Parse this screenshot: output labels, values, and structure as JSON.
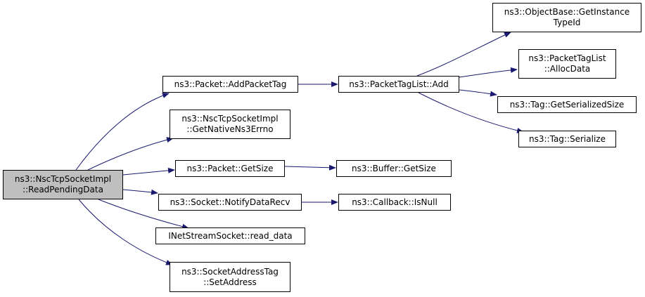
{
  "graph": {
    "nodes": [
      {
        "id": "root",
        "lines": [
          "ns3::NscTcpSocketImpl",
          "::ReadPendingData"
        ],
        "root": true
      },
      {
        "id": "addpackettag",
        "lines": [
          "ns3::Packet::AddPacketTag"
        ]
      },
      {
        "id": "getnativeerrno",
        "lines": [
          "ns3::NscTcpSocketImpl",
          "::GetNativeNs3Errno"
        ]
      },
      {
        "id": "packetgetsize",
        "lines": [
          "ns3::Packet::GetSize"
        ]
      },
      {
        "id": "notifydatarecv",
        "lines": [
          "ns3::Socket::NotifyDataRecv"
        ]
      },
      {
        "id": "readdata",
        "lines": [
          "INetStreamSocket::read_data"
        ]
      },
      {
        "id": "setaddress",
        "lines": [
          "ns3::SocketAddressTag",
          "::SetAddress"
        ]
      },
      {
        "id": "tagslistadd",
        "lines": [
          "ns3::PacketTagList::Add"
        ]
      },
      {
        "id": "buffergetsize",
        "lines": [
          "ns3::Buffer::GetSize"
        ]
      },
      {
        "id": "callbackisnull",
        "lines": [
          "ns3::Callback::IsNull"
        ]
      },
      {
        "id": "getinstancetypeid",
        "lines": [
          "ns3::ObjectBase::GetInstance",
          "TypeId"
        ]
      },
      {
        "id": "allocdata",
        "lines": [
          "ns3::PacketTagList",
          "::AllocData"
        ]
      },
      {
        "id": "getserializedsize",
        "lines": [
          "ns3::Tag::GetSerializedSize"
        ]
      },
      {
        "id": "serialize",
        "lines": [
          "ns3::Tag::Serialize"
        ]
      }
    ],
    "edges": [
      [
        "root",
        "addpackettag"
      ],
      [
        "root",
        "getnativeerrno"
      ],
      [
        "root",
        "packetgetsize"
      ],
      [
        "root",
        "notifydatarecv"
      ],
      [
        "root",
        "readdata"
      ],
      [
        "root",
        "setaddress"
      ],
      [
        "addpackettag",
        "tagslistadd"
      ],
      [
        "packetgetsize",
        "buffergetsize"
      ],
      [
        "notifydatarecv",
        "callbackisnull"
      ],
      [
        "tagslistadd",
        "getinstancetypeid"
      ],
      [
        "tagslistadd",
        "allocdata"
      ],
      [
        "tagslistadd",
        "getserializedsize"
      ],
      [
        "tagslistadd",
        "serialize"
      ]
    ],
    "colors": {
      "edge": "#191970",
      "root_fill": "#bfbfbf",
      "node_fill": "#ffffff",
      "border": "#000000"
    }
  }
}
